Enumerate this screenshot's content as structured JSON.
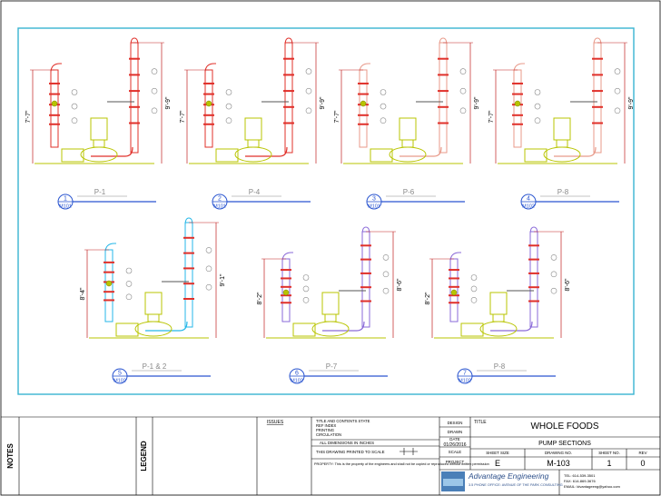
{
  "sheet": {
    "frame_color": "#39b3d1",
    "notes_label": "NOTES",
    "legend_label": "LEGEND"
  },
  "sections": [
    {
      "num": "1",
      "sheet": "M101",
      "title": "P-1",
      "height_left": "7'-7\"",
      "height_right": "9'-9\""
    },
    {
      "num": "2",
      "sheet": "M101",
      "title": "P-4",
      "height_left": "7'-7\"",
      "height_right": "9'-9\""
    },
    {
      "num": "3",
      "sheet": "M101",
      "title": "P-6",
      "height_left": "7'-7\"",
      "height_right": "9'-9\""
    },
    {
      "num": "4",
      "sheet": "M102",
      "title": "P-8",
      "height_left": "7'-7\"",
      "height_right": "9'-9\""
    },
    {
      "num": "5",
      "sheet": "M102",
      "title": "P-1 & 2",
      "height_left": "8'-4\"",
      "height_right": "9'-1\""
    },
    {
      "num": "6",
      "sheet": "M102",
      "title": "P-7",
      "height_left": "8'-2\"",
      "height_right": "8'-6\""
    },
    {
      "num": "7",
      "sheet": "M102",
      "title": "P-8",
      "height_left": "8'-2\"",
      "height_right": "8'-6\""
    }
  ],
  "colors": {
    "pump": "#b8c400",
    "pipe_red": "#e0302a",
    "pipe_pink": "#e89a8a",
    "pipe_blue": "#25b7e8",
    "pipe_purple": "#8a6ad8",
    "dimension": "#c02020",
    "label_line": "#2a55d0",
    "tag_gray": "#888888"
  },
  "title_block": {
    "issues_label": "ISSUES",
    "note_lines": [
      "TITLE AND CONTENTS STATE",
      "REF INDEX",
      "PRINTING",
      "CIRCULATION"
    ],
    "scale_note": "ALL DIMENSIONS IN INCHES",
    "north_note": "THIS DRAWING PRINTED TO SCALE",
    "property_note": "PROPERTY: This is the property of the engineers and shall not be copied or reproduced without written permission",
    "row_labels": [
      "DESIGN",
      "DRAWN",
      "DATE",
      "SCALE",
      "PROJECT"
    ],
    "date": "01/26/2016",
    "title_label": "TITLE",
    "project_name": "WHOLE FOODS",
    "sheet_title": "PUMP SECTIONS",
    "sheet_size_label": "SHEET SIZE",
    "sheet_size": "E",
    "drawing_no_label": "DRAWING NO.",
    "drawing_no": "M-103",
    "sheet_no_label": "SHEET NO.",
    "sheet_no": "1",
    "rev_label": "REV",
    "rev_no": "0",
    "company": "Advantage Engineering",
    "company_sub": "3.5 PHONE OFFICE: AVENUE OF THE PARK CONSULTING",
    "tel": "TEL: 614-539-3501",
    "fax": "FAX: 614-869-3676",
    "email": "EMAIL: ldvantageeng@yahoo.com"
  }
}
